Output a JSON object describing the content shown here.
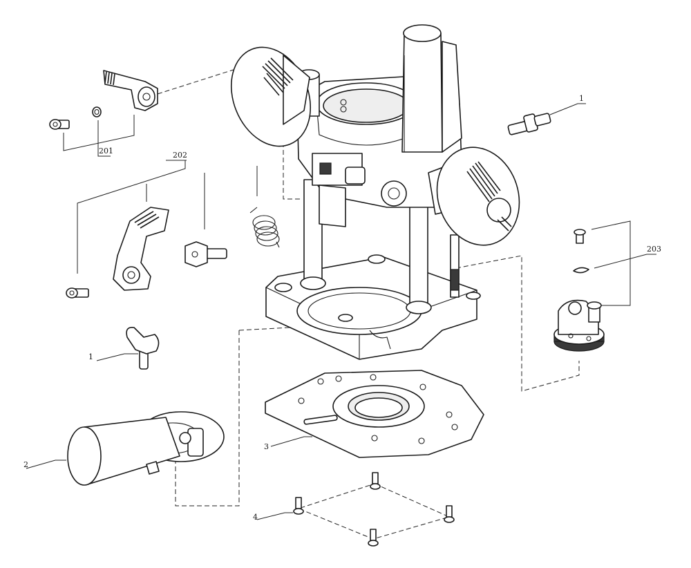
{
  "callouts": {
    "screw_clamp_group": "201",
    "lever_group": "202",
    "depth_adjust_group": "203",
    "thumb_screw_right": "1",
    "thumb_screw_left": "1",
    "dust_adapter": "2",
    "base_plate": "3",
    "base_screws": "4"
  }
}
